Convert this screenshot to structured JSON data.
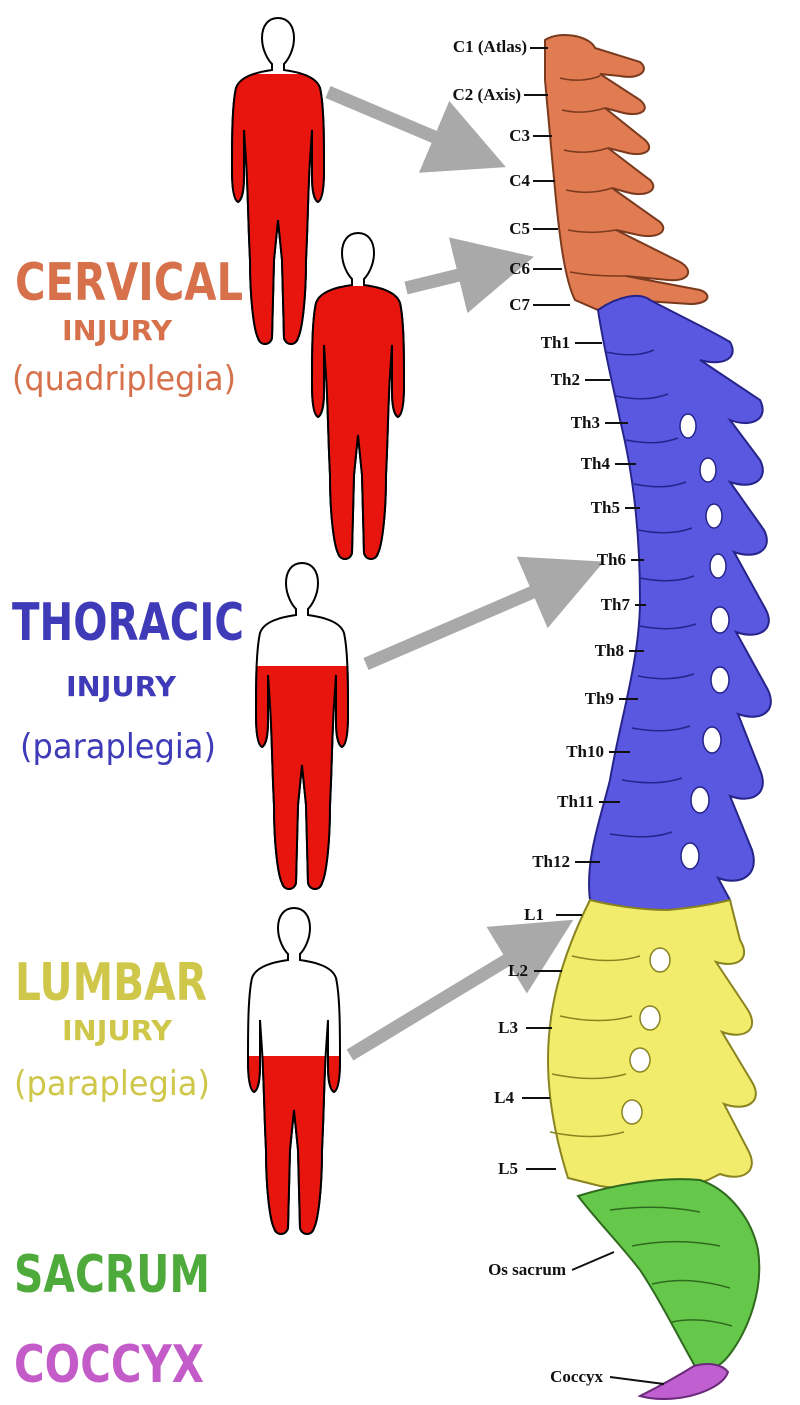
{
  "colors": {
    "cervical": "#d6714b",
    "cervical_bone": "#e07b52",
    "thoracic": "#3e3ab8",
    "thoracic_bone": "#5a58e0",
    "lumbar": "#cfc74a",
    "lumbar_bone": "#f2ec6c",
    "sacrum": "#4faa3c",
    "sacrum_bone": "#66c84a",
    "coccyx": "#c35cc8",
    "coccyx_bone": "#c05fd0",
    "body_paralysis": "#e8150f",
    "arrow": "#a9a9a9"
  },
  "sections": {
    "cervical": {
      "title": "CERVICAL",
      "sub": "INJURY",
      "note": "(quadriplegia)"
    },
    "thoracic": {
      "title": "THORACIC",
      "sub": "INJURY",
      "note": "(paraplegia)"
    },
    "lumbar": {
      "title": "LUMBAR",
      "sub": "INJURY",
      "note": "(paraplegia)"
    },
    "sacrum": {
      "title": "SACRUM"
    },
    "coccyx": {
      "title": "COCCYX"
    }
  },
  "labels": {
    "cervical": [
      "C1 (Atlas)",
      "C2 (Axis)",
      "C3",
      "C4",
      "C5",
      "C6",
      "C7"
    ],
    "thoracic": [
      "Th1",
      "Th2",
      "Th3",
      "Th4",
      "Th5",
      "Th6",
      "Th7",
      "Th8",
      "Th9",
      "Th10",
      "Th11",
      "Th12"
    ],
    "lumbar": [
      "L1",
      "L2",
      "L3",
      "L4",
      "L5"
    ],
    "sacrum": "Os sacrum",
    "coccyx": "Coccyx"
  }
}
